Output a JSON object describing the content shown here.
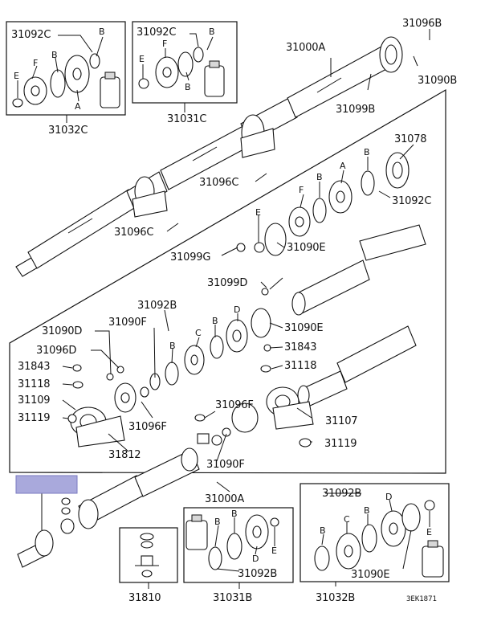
{
  "diagram": {
    "diagram_code": "3EK1871",
    "placeholder_color": "#a9a9dc",
    "labels": {
      "l_31032C": "31032C",
      "l_31092C_a": "31092C",
      "l_B_a1": "B",
      "l_F_a": "F",
      "l_B_a2": "B",
      "l_E_a": "E",
      "l_A_a": "A",
      "l_31031C": "31031C",
      "l_31092C_b": "31092C",
      "l_B_b1": "B",
      "l_F_b": "F",
      "l_E_b": "E",
      "l_B_b2": "B",
      "l_31000A_top": "31000A",
      "l_31096B": "31096B",
      "l_31090B": "31090B",
      "l_31099B": "31099B",
      "l_31078": "31078",
      "l_B_c1": "B",
      "l_B_c2": "B",
      "l_A_c": "A",
      "l_F_c": "F",
      "l_31092C_c": "31092C",
      "l_31096C_a": "31096C",
      "l_31096C_b": "31096C",
      "l_E_c": "E",
      "l_31099G": "31099G",
      "l_31090E_a": "31090E",
      "l_31099D": "31099D",
      "l_31092B_mid": "31092B",
      "l_D_mid": "D",
      "l_31090E_b": "31090E",
      "l_31090D": "31090D",
      "l_31090F_a": "31090F",
      "l_31096D": "31096D",
      "l_C_mid": "C",
      "l_B_mid1": "B",
      "l_B_mid2": "B",
      "l_31843_a": "31843",
      "l_31843_b": "31843",
      "l_31118_a": "31118",
      "l_31118_b": "31118",
      "l_31109": "31109",
      "l_31119_a": "31119",
      "l_31096F_a": "31096F",
      "l_31096F_b": "31096F",
      "l_31107": "31107",
      "l_31812": "31812",
      "l_31119_b": "31119",
      "l_31090F_b": "31090F",
      "l_31000A_bot": "31000A",
      "l_31092B_r": "31092B",
      "l_B_r1": "B",
      "l_C_r": "C",
      "l_B_r2": "B",
      "l_D_r": "D",
      "l_E_r": "E",
      "l_31090E_r": "31090E",
      "l_31032B": "31032B",
      "l_B_m1": "B",
      "l_B_m2": "B",
      "l_D_m": "D",
      "l_E_m": "E",
      "l_31092B_m": "31092B",
      "l_31031B": "31031B",
      "l_31810": "31810"
    }
  }
}
